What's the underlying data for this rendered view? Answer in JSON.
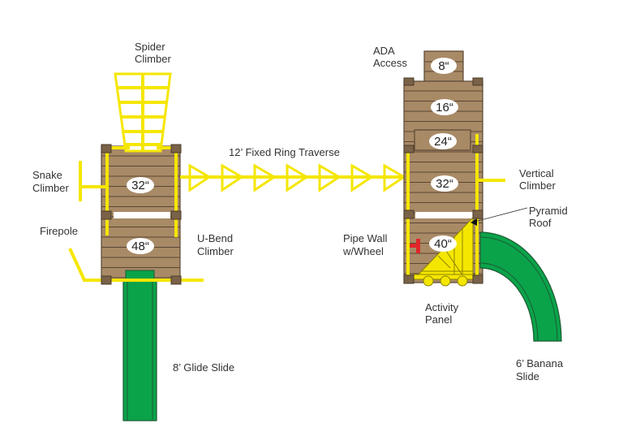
{
  "labels": {
    "spider_climber": [
      "Spider",
      "Climber"
    ],
    "snake_climber": [
      "Snake",
      "Climber"
    ],
    "firepole": "Firepole",
    "u_bend_climber": [
      "U-Bend",
      "Climber"
    ],
    "ring_traverse": "12’ Fixed Ring Traverse",
    "glide_slide": "8’ Glide Slide",
    "ada_access": [
      "ADA",
      "Access"
    ],
    "vertical_climber": [
      "Vertical",
      "Climber"
    ],
    "pyramid_roof": [
      "Pyramid",
      "Roof"
    ],
    "pipe_wall": [
      "Pipe Wall",
      "w/Wheel"
    ],
    "activity_panel": [
      "Activity",
      "Panel"
    ],
    "banana_slide": [
      "6’ Banana",
      "Slide"
    ]
  },
  "heights": {
    "left_upper": "32“",
    "left_lower": "48“",
    "right_ada": "8“",
    "right_16": "16“",
    "right_24": "24“",
    "right_32": "32“",
    "right_40": "40“"
  },
  "colors": {
    "wood": "#a88a66",
    "post": "#7a6248",
    "climber_yellow": "#f5e600",
    "slide_green": "#0aa34a",
    "wheel_red": "#e0262b"
  }
}
